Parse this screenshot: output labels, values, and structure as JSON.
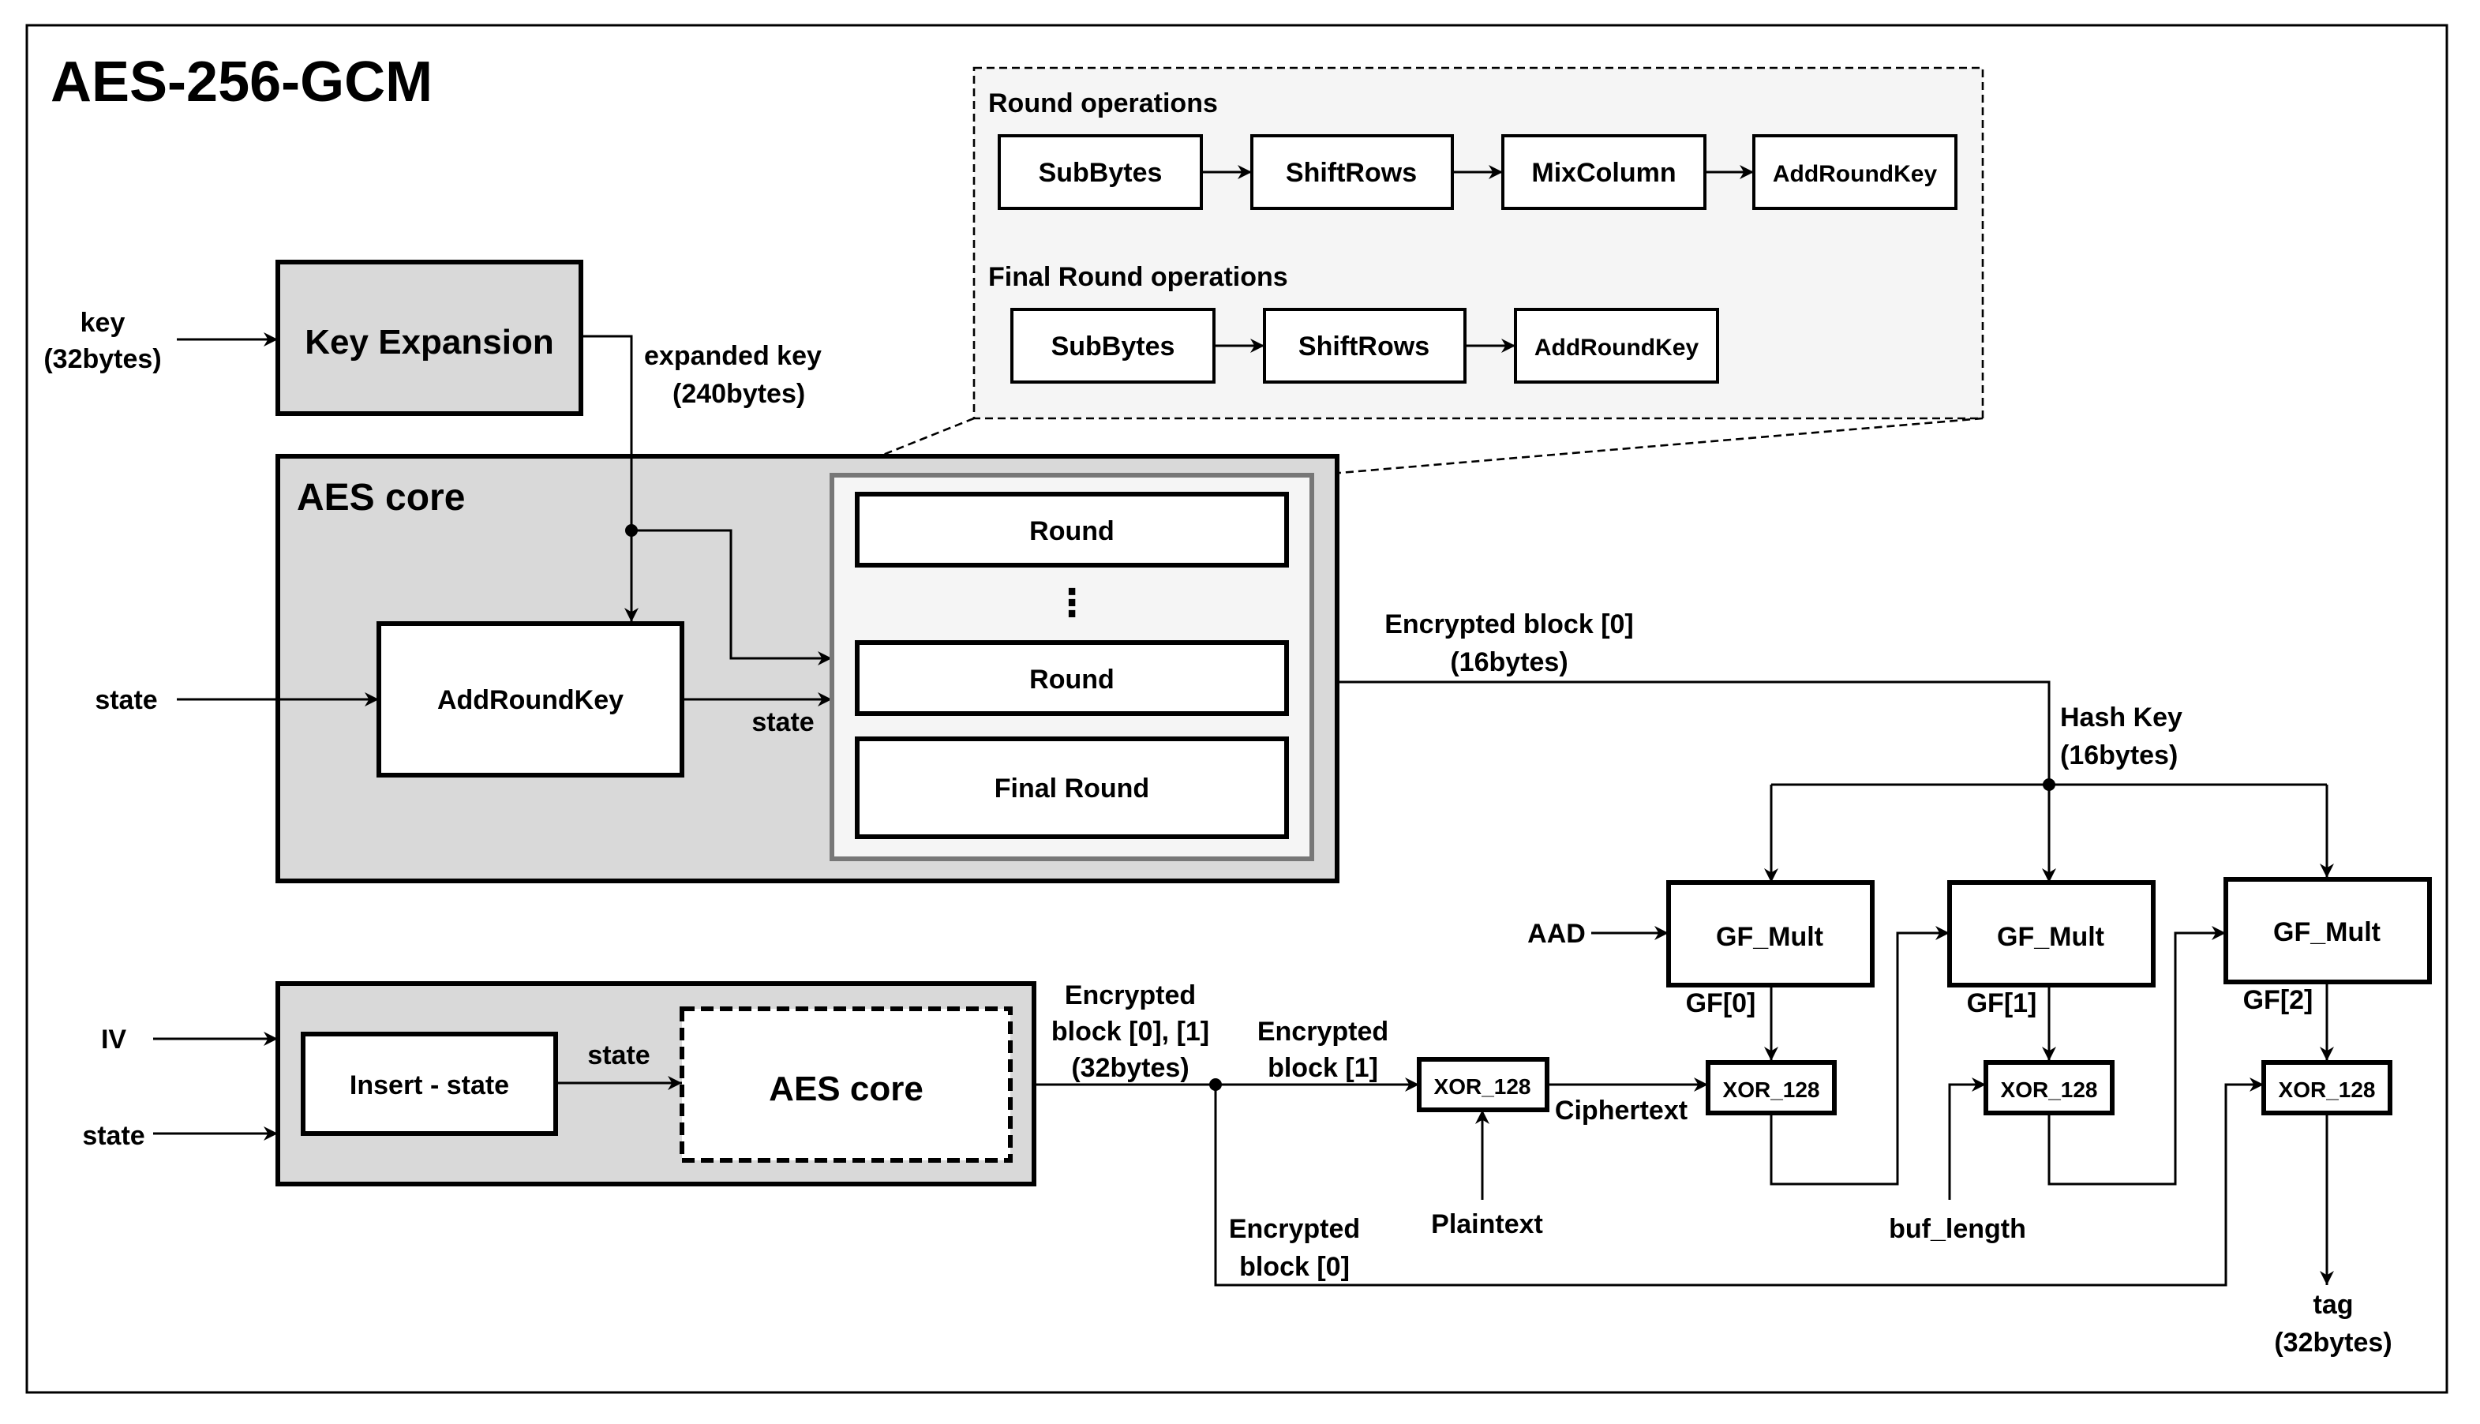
{
  "title": "AES-256-GCM",
  "inputs": {
    "key": "key",
    "key_size": "(32bytes)",
    "state_top": "state",
    "iv": "IV",
    "state_bottom": "state",
    "aad": "AAD",
    "plaintext": "Plaintext",
    "buf_length": "buf_length"
  },
  "key_expansion": {
    "label": "Key Expansion",
    "output_label": "expanded key",
    "output_size": "(240bytes)"
  },
  "aes_core": {
    "title": "AES core",
    "add_round_key": "AddRoundKey",
    "state_label": "state",
    "rounds": [
      "Round",
      "⋮",
      "Round",
      "Final Round"
    ]
  },
  "round_ops_panel": {
    "round_title": "Round operations",
    "round_ops": [
      "SubBytes",
      "ShiftRows",
      "MixColumn",
      "AddRoundKey"
    ],
    "final_title": "Final Round operations",
    "final_ops": [
      "SubBytes",
      "ShiftRows",
      "AddRoundKey"
    ]
  },
  "hash_path": {
    "enc_block0": "Encrypted block [0]",
    "enc_block0_size": "(16bytes)",
    "hash_key": "Hash Key",
    "hash_key_size": "(16bytes)",
    "gf_mult": [
      "GF_Mult",
      "GF_Mult",
      "GF_Mult"
    ],
    "gf_labels": [
      "GF[0]",
      "GF[1]",
      "GF[2]"
    ],
    "xor_label": "XOR_128",
    "ciphertext": "Ciphertext"
  },
  "ctr_block": {
    "insert_state": "Insert - state",
    "state_label": "state",
    "aes_core": "AES core",
    "out_line1": "Encrypted",
    "out_line2": "block [0], [1]",
    "out_line3": "(32bytes)",
    "enc1_line1": "Encrypted",
    "enc1_line2": "block [1]",
    "enc0_line1": "Encrypted",
    "enc0_line2": "block [0]"
  },
  "output": {
    "tag": "tag",
    "tag_size": "(32bytes)"
  }
}
